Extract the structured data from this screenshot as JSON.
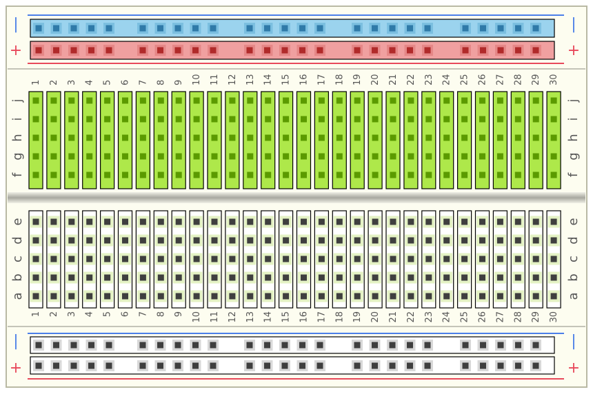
{
  "breadboard": {
    "columns": 30,
    "top_rows": [
      "j",
      "i",
      "h",
      "g",
      "f"
    ],
    "bottom_rows": [
      "e",
      "d",
      "c",
      "b",
      "a"
    ],
    "column_labels": [
      "1",
      "2",
      "3",
      "4",
      "5",
      "6",
      "7",
      "8",
      "9",
      "10",
      "11",
      "12",
      "13",
      "14",
      "15",
      "16",
      "17",
      "18",
      "19",
      "20",
      "21",
      "22",
      "23",
      "24",
      "25",
      "26",
      "27",
      "28",
      "29",
      "30"
    ],
    "rail_signs": {
      "minus": "|",
      "plus": "+"
    },
    "highlight": {
      "top_half": "active",
      "top_rails": "active",
      "bottom_half": "inactive",
      "bottom_rails": "inactive"
    }
  },
  "colors": {
    "board": "#fdfdf0",
    "board_border": "#b9b9a4",
    "divider": "#c4c4b8",
    "hole": "#3f3f3f",
    "pad": "#d8d8d8",
    "strip_active": "#aee84a",
    "strip_pad_active": "#5b9a00",
    "rail_blue": "#9bd3ee",
    "rail_blue_hole": "#2f7aa8",
    "rail_red": "#f0a0a0",
    "rail_red_hole": "#b02a2a",
    "line_blue": "#4a7ee8",
    "line_red": "#e8485a"
  }
}
